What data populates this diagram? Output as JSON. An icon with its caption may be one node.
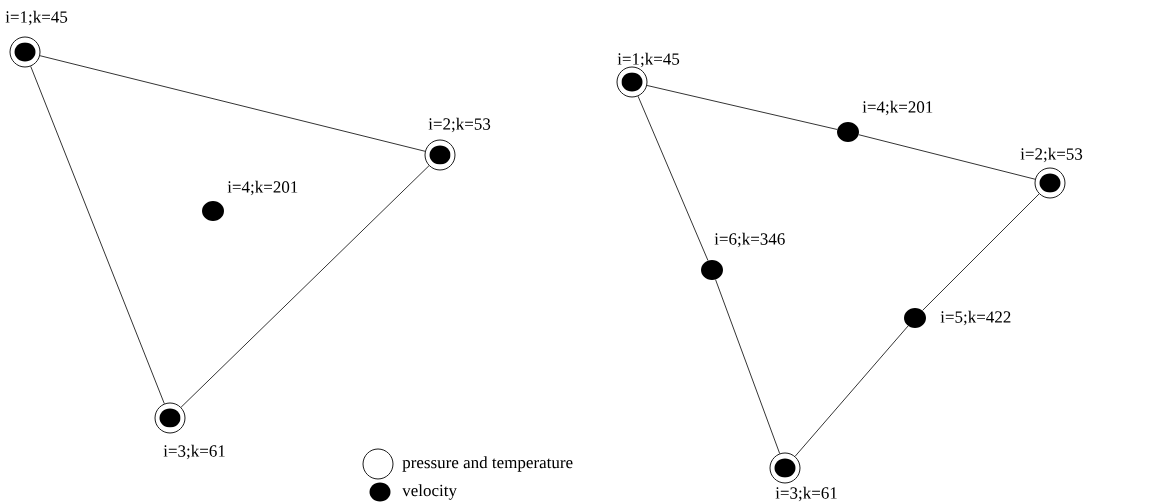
{
  "diagram": {
    "nodes": [
      {
        "text": [],
        "shape": "circle",
        "beside": [
          "i=1;k=45"
        ]
      },
      {
        "text": [],
        "shape": "circle",
        "beside": [
          "i=2;k=53"
        ]
      },
      {
        "text": [],
        "shape": "circle",
        "beside": [
          "i=3;k=61"
        ]
      },
      {
        "text": [],
        "shape": "dot",
        "beside": [
          "i=4;k=201"
        ]
      },
      {
        "text": [],
        "shape": "circle",
        "beside": [
          "i=1;k=45"
        ]
      },
      {
        "text": [],
        "shape": "dot",
        "beside": [
          "i=4;k=201"
        ]
      },
      {
        "text": [],
        "shape": "circle",
        "beside": [
          "i=2;k=53"
        ]
      },
      {
        "text": [],
        "shape": "dot",
        "beside": [
          "i=5;k=422"
        ]
      },
      {
        "text": [],
        "shape": "circle",
        "beside": [
          "i=3;k=61"
        ]
      },
      {
        "text": [],
        "shape": "dot",
        "beside": [
          "i=6;k=346"
        ]
      }
    ],
    "edges": [
      {
        "from": 0,
        "to": 1,
        "arrow": "none"
      },
      {
        "from": 1,
        "to": 2,
        "arrow": "none"
      },
      {
        "from": 2,
        "to": 0,
        "arrow": "none"
      },
      {
        "from": 4,
        "to": 5,
        "arrow": "none"
      },
      {
        "from": 5,
        "to": 6,
        "arrow": "none"
      },
      {
        "from": 6,
        "to": 7,
        "arrow": "none"
      },
      {
        "from": 7,
        "to": 8,
        "arrow": "none"
      },
      {
        "from": 8,
        "to": 9,
        "arrow": "none"
      },
      {
        "from": 9,
        "to": 4,
        "arrow": "none"
      }
    ],
    "legend": [
      {
        "text": "pressure and temperature"
      },
      {
        "text": "velocity"
      }
    ]
  }
}
